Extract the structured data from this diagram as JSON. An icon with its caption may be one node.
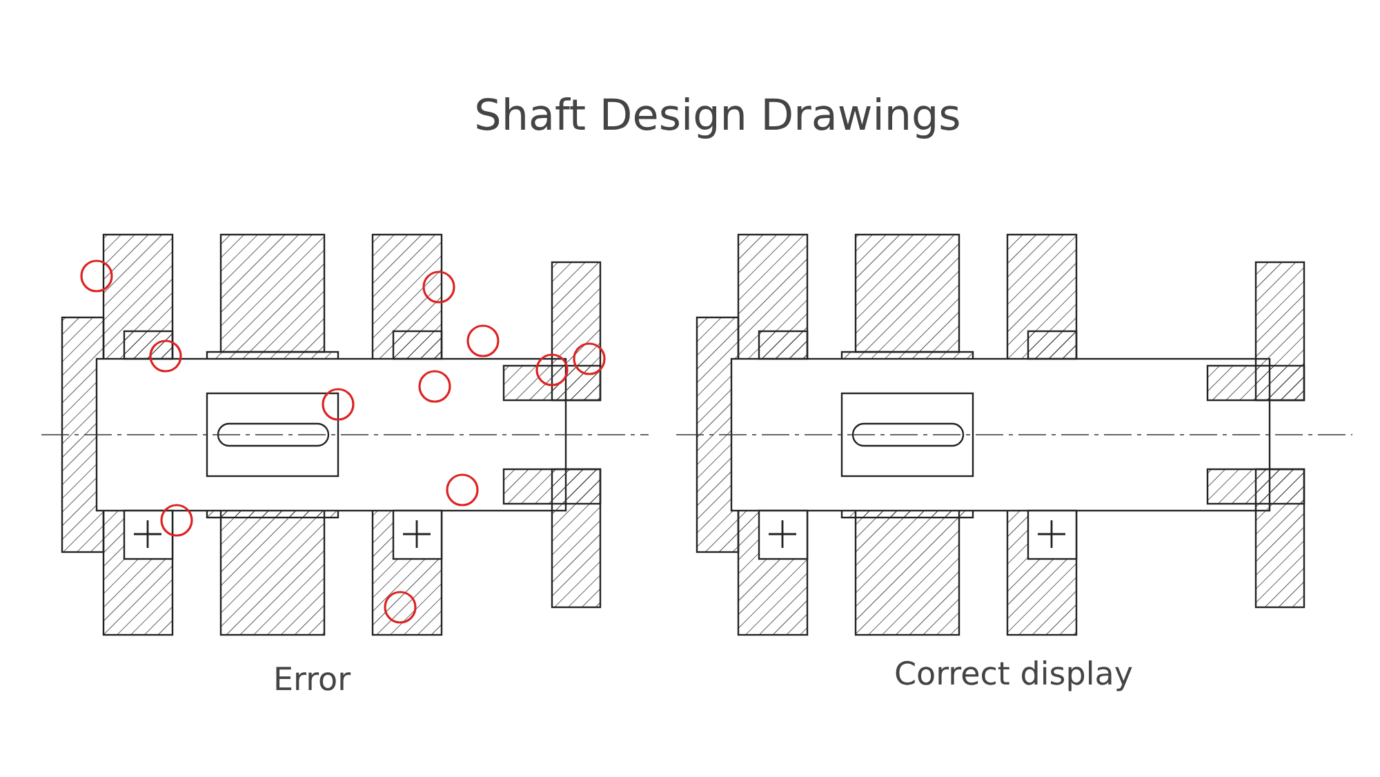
{
  "diagram": {
    "title": "Shaft Design Drawings",
    "labels": [
      "Error",
      "Correct display"
    ]
  }
}
